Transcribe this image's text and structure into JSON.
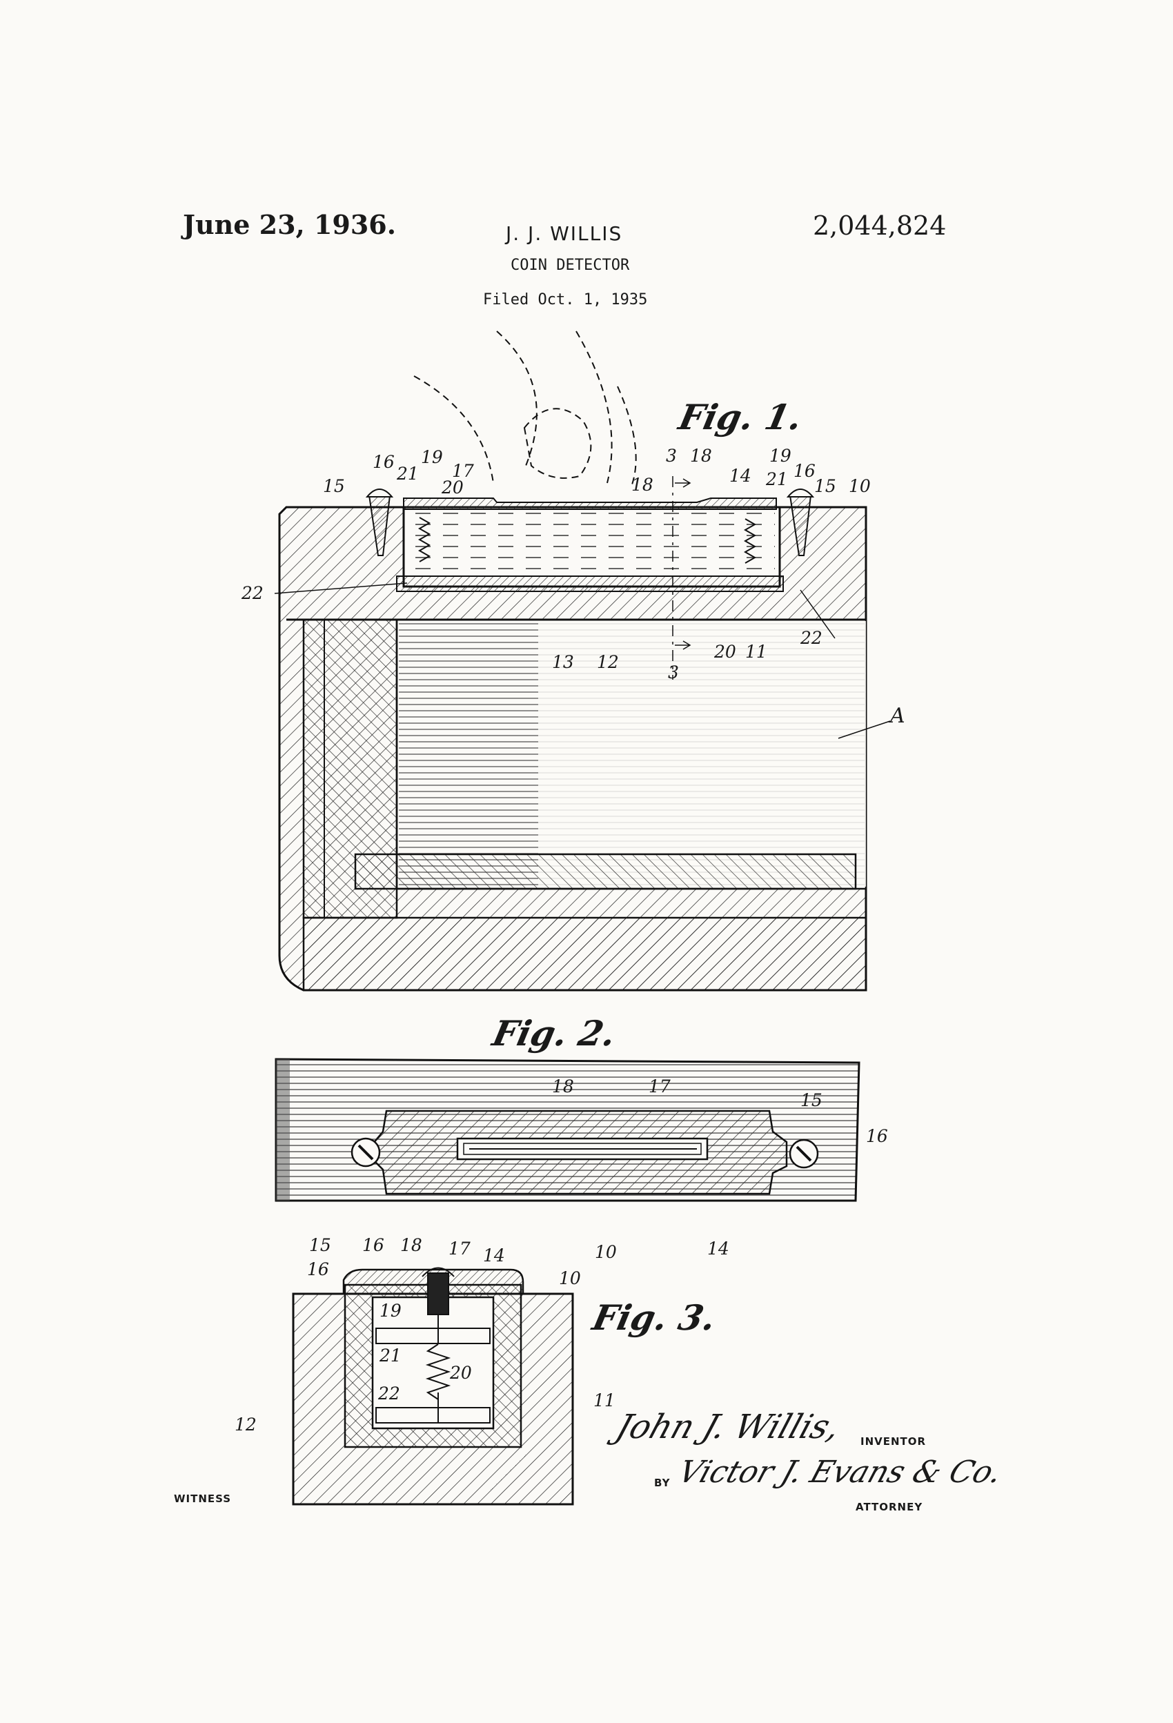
{
  "header": {
    "date": "June 23, 1936.",
    "inventor_name": "J. J. WILLIS",
    "patent_number": "2,044,824",
    "title": "COIN DETECTOR",
    "filed": "Filed Oct. 1, 1935"
  },
  "figures": {
    "fig1_label": "Fig. 1.",
    "fig2_label": "Fig. 2.",
    "fig3_label": "Fig. 3."
  },
  "fig1_refs": [
    "16",
    "15",
    "21",
    "19",
    "17",
    "20",
    "3",
    "18",
    "19",
    "14",
    "21",
    "16",
    "15",
    "10",
    "22",
    "13",
    "12",
    "20",
    "11",
    "3",
    "22",
    "A",
    "18"
  ],
  "fig2_refs": [
    "18",
    "17",
    "15",
    "16",
    "15",
    "16",
    "10",
    "14"
  ],
  "fig3_refs": [
    "16",
    "18",
    "17",
    "14",
    "10",
    "19",
    "21",
    "20",
    "22",
    "12",
    "11"
  ],
  "footer": {
    "witness_label": "WITNESS",
    "signature_inventor": "John J. Willis,",
    "inventor_label": "INVENTOR",
    "by_label": "BY",
    "signature_attorney": "Victor J. Evans & Co.",
    "attorney_label": "ATTORNEY"
  }
}
